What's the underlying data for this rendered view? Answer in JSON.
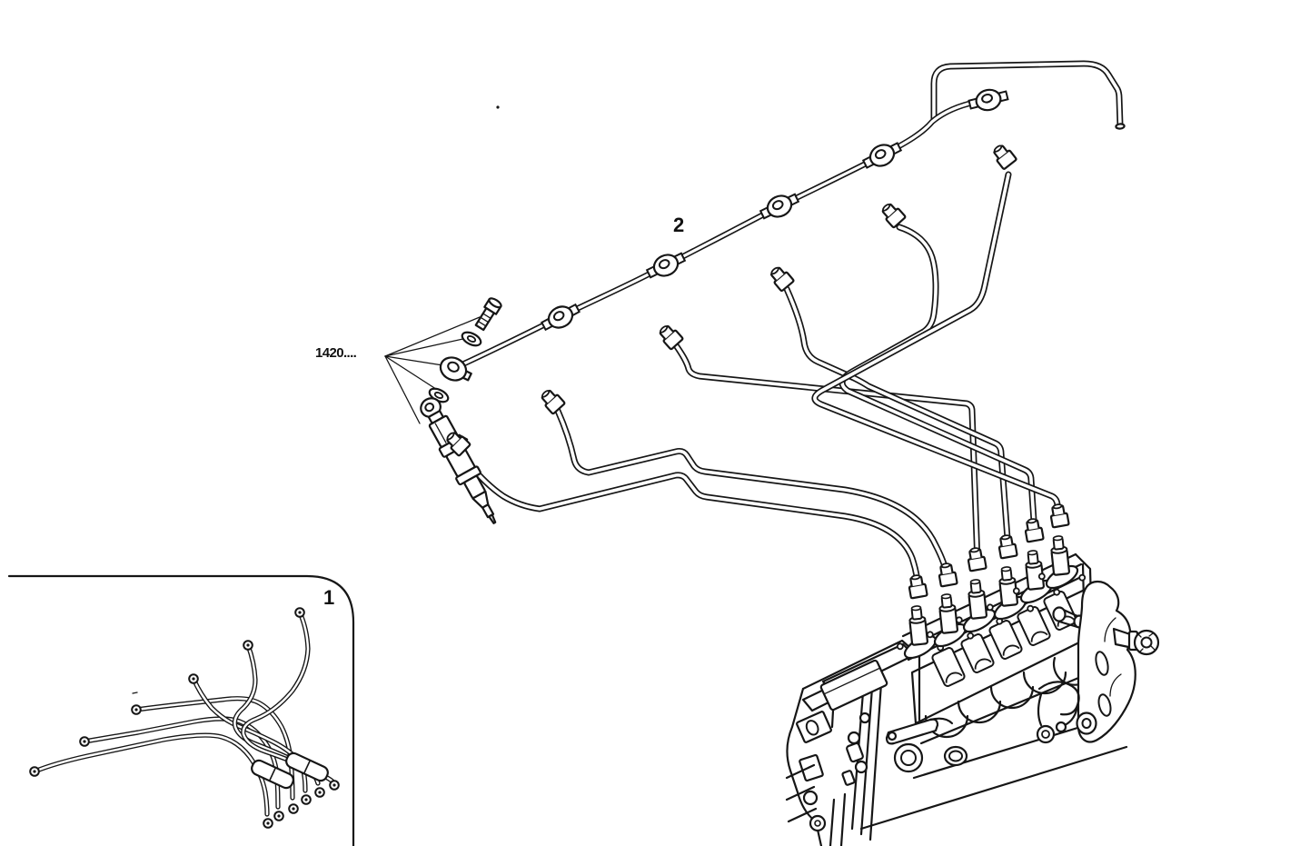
{
  "figure": {
    "callouts": {
      "leak_off_pipe": "2",
      "injection_pipe_set": "1",
      "injector_fittings_ref": "1420...."
    },
    "colors": {
      "background": "#ffffff",
      "line": "#161616"
    }
  }
}
